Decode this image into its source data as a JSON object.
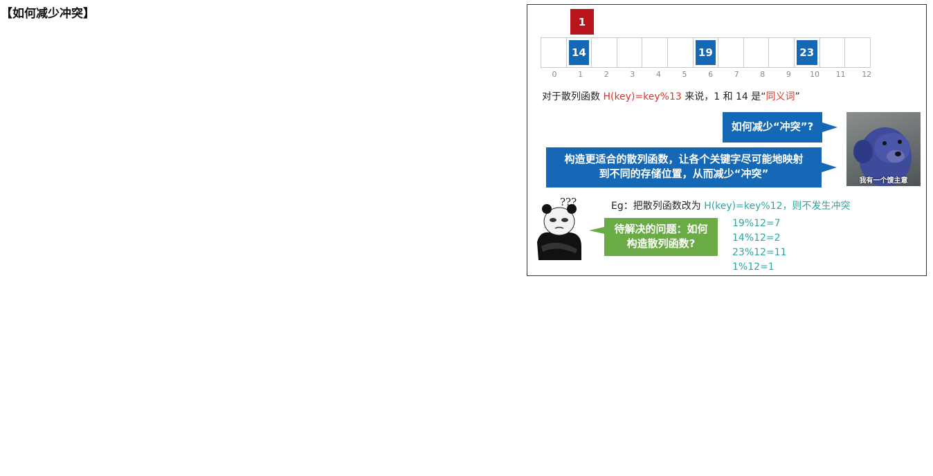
{
  "heading": "【如何减少冲突】",
  "table": {
    "cells": [
      "",
      "14",
      "",
      "",
      "",
      "",
      "19",
      "",
      "",
      "",
      "23",
      "",
      ""
    ],
    "indices": [
      "0",
      "1",
      "2",
      "3",
      "4",
      "5",
      "6",
      "7",
      "8",
      "9",
      "10",
      "11",
      "12"
    ],
    "overflow_value": "1",
    "overflow_index": 1,
    "colors": {
      "occupied": "#1468b5",
      "collision": "#b8141b"
    }
  },
  "caption": {
    "prefix": "对于散列函数 ",
    "func": "H(key)=key%13",
    "middle": " 来说，1 和 14 是“",
    "term": "同义词",
    "suffix": "”"
  },
  "bubble_question": "如何减少“冲突”?",
  "bubble_answer_line1": "构造更适合的散列函数，让各个关键字尽可能地映射",
  "bubble_answer_line2": "到不同的存储位置，从而减少“冲突”",
  "meme_caption": "我有一个馊主意",
  "eg": {
    "prefix": "Eg：把散列函数改为 ",
    "func": "H(key)=key%12",
    "suffix": "，则不发生冲突"
  },
  "question_marks": "???",
  "pending_line1": "待解决的问题：如何",
  "pending_line2": "构造散列函数?",
  "calcs": [
    "19%12=7",
    "14%12=2",
    "23%12=11",
    "1%12=1"
  ]
}
